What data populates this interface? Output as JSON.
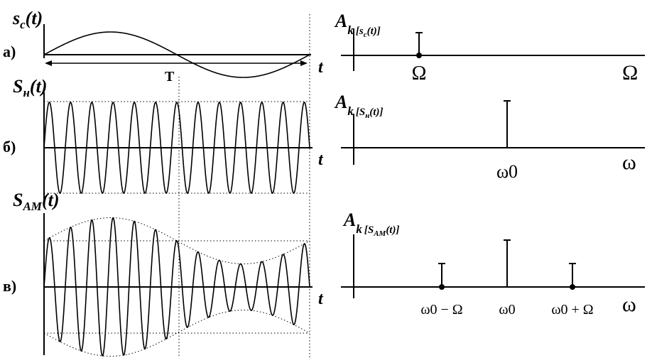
{
  "rows": [
    {
      "letter": "а)",
      "signal_label": {
        "main": "s",
        "sub": "c",
        "arg": "(t)"
      },
      "time_axis": "t",
      "period_label": "T",
      "spectrum_label": {
        "main": "A",
        "sub1": "k",
        "sub2": "[s",
        "sub3": "c",
        "sub4": "(t)]"
      },
      "freq_axis": "Ω",
      "lines": [
        {
          "label": "Ω",
          "relative_amplitude": 0.5,
          "end_dot": true
        }
      ]
    },
    {
      "letter": "б)",
      "signal_label": {
        "main": "S",
        "sub": "н",
        "arg": "(t)"
      },
      "time_axis": "t",
      "spectrum_label": {
        "main": "A",
        "sub1": "k",
        "sub2": "[S",
        "sub3": "н",
        "sub4": "(t)]"
      },
      "freq_axis": "ω",
      "lines": [
        {
          "label": "ω0",
          "relative_amplitude": 1.0,
          "end_dot": false
        }
      ]
    },
    {
      "letter": "в)",
      "signal_label": {
        "main": "S",
        "sub": "AM",
        "arg": "(t)"
      },
      "time_axis": "t",
      "spectrum_label": {
        "main": "A",
        "sub1": "k",
        "sub2": "[S",
        "sub3": "AM",
        "sub4": "(t)]"
      },
      "freq_axis": "ω",
      "lines": [
        {
          "label": "ω0 − Ω",
          "relative_amplitude": 0.5,
          "end_dot": true
        },
        {
          "label": "ω0",
          "relative_amplitude": 1.0,
          "end_dot": false
        },
        {
          "label": "ω0 + Ω",
          "relative_amplitude": 0.5,
          "end_dot": true
        }
      ]
    }
  ],
  "signal_params": {
    "carrier_cycles_per_period": 12.5,
    "modulation_depth": 0.5
  }
}
